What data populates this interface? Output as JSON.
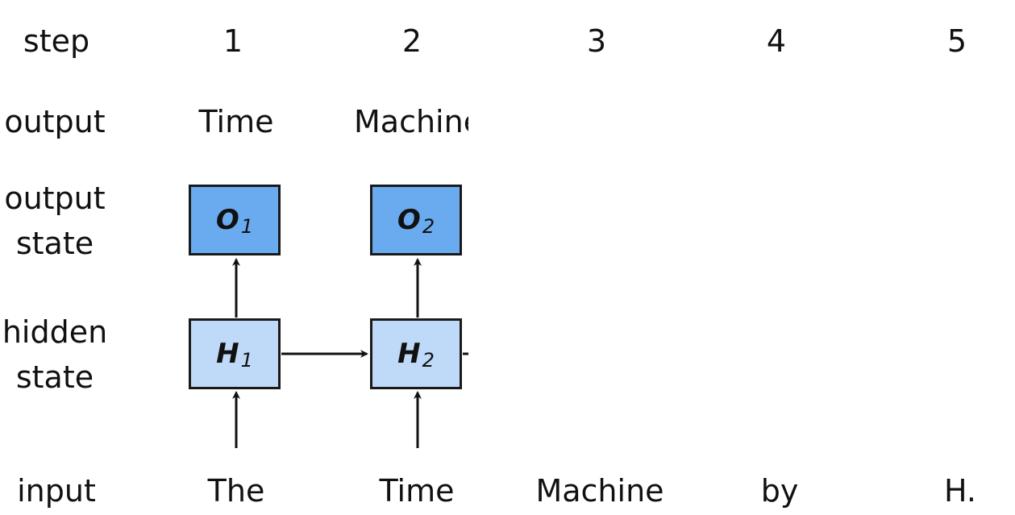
{
  "row_labels": {
    "step": "step",
    "output": "output",
    "output_state_line1": "output",
    "output_state_line2": "state",
    "hidden_state_line1": "hidden",
    "hidden_state_line2": "state",
    "input": "input"
  },
  "steps": [
    "1",
    "2",
    "3",
    "4",
    "5"
  ],
  "outputs": [
    "Time",
    "Machine"
  ],
  "inputs": [
    "The",
    "Time",
    "Machine",
    "by",
    "H."
  ],
  "cells": [
    {
      "output_state": {
        "symbol": "O",
        "index": "1"
      },
      "hidden_state": {
        "symbol": "H",
        "index": "1"
      }
    },
    {
      "output_state": {
        "symbol": "O",
        "index": "2"
      },
      "hidden_state": {
        "symbol": "H",
        "index": "2"
      }
    }
  ],
  "colors": {
    "output_state_fill": "#6aaaee",
    "hidden_state_fill": "#bfd9f8",
    "stroke": "#1a1a1a"
  }
}
